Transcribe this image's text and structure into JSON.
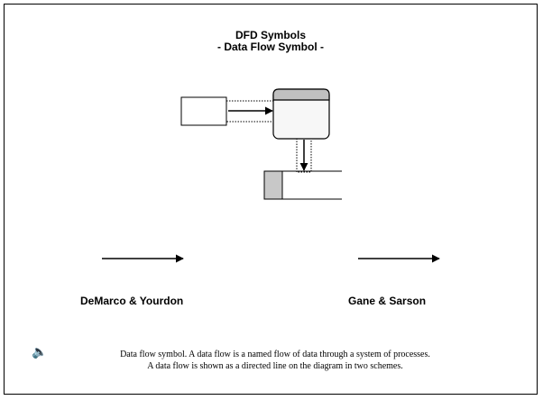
{
  "slide": {
    "title_line1": "DFD Symbols",
    "title_line2": "- Data Flow Symbol -"
  },
  "schemes": {
    "left_label": "DeMarco & Yourdon",
    "right_label": "Gane & Sarson"
  },
  "notes": {
    "line1": "Data flow symbol. A data flow is a named flow of data through a system of processes.",
    "line2": "A data flow is shown as a directed line on the diagram in two schemes."
  },
  "icons": {
    "speaker": "speaker-icon"
  },
  "colors": {
    "header_gray": "#c0c0c0",
    "box_fill": "#f7f7f7",
    "store_gray": "#c8c8c8"
  }
}
